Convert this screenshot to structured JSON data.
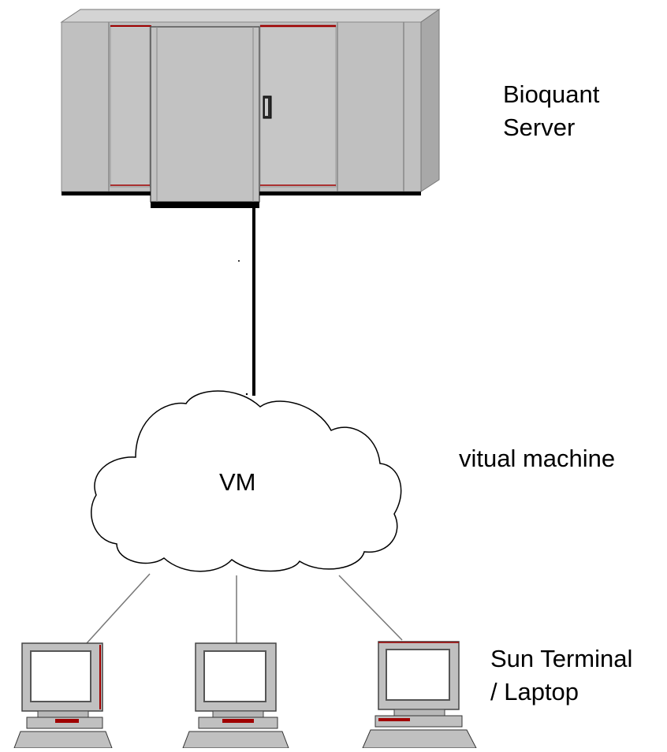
{
  "server": {
    "label_line1": "Bioquant",
    "label_line2": "Server"
  },
  "cloud": {
    "label": "VM",
    "side_label": "vitual machine"
  },
  "terminals": {
    "label_line1": "Sun Terminal",
    "label_line2": "/ Laptop",
    "count": 3
  },
  "colors": {
    "device_gray": "#c0c0c0",
    "outline": "#000000",
    "accent_red": "#a00000",
    "link_gray": "#777777"
  }
}
